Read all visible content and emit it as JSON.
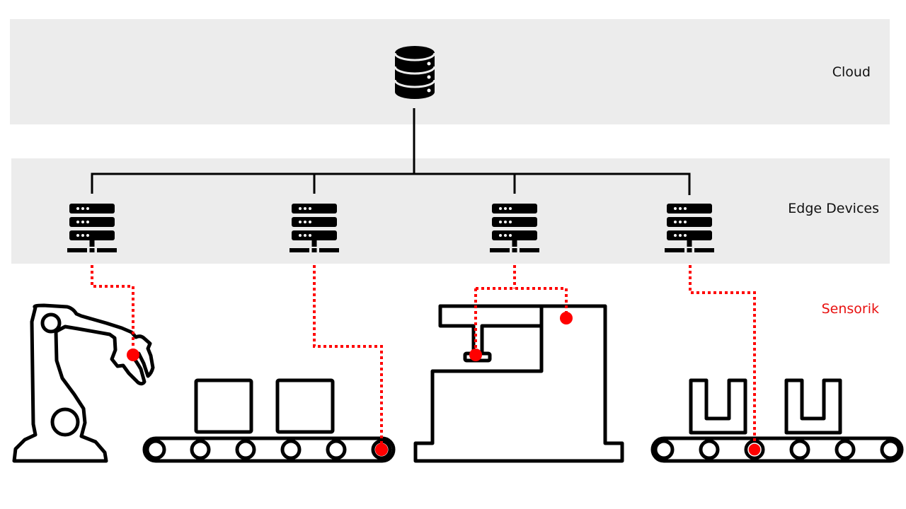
{
  "layers": {
    "cloud": {
      "label": "Cloud"
    },
    "edge": {
      "label": "Edge Devices"
    },
    "sensor": {
      "label": "Sensorik"
    }
  },
  "nodes": {
    "cloud_node": {
      "icon": "database-icon"
    },
    "edge_nodes": [
      {
        "icon": "server-network-icon",
        "connects_to": "robot-arm"
      },
      {
        "icon": "server-network-icon",
        "connects_to": "conveyor-boxes"
      },
      {
        "icon": "server-network-icon",
        "connects_to": "press-machine"
      },
      {
        "icon": "server-network-icon",
        "connects_to": "conveyor-u-parts"
      }
    ]
  },
  "machines": [
    {
      "name": "robot-arm",
      "sensor_count": 1
    },
    {
      "name": "conveyor-boxes",
      "sensor_count": 1
    },
    {
      "name": "press-machine",
      "sensor_count": 2
    },
    {
      "name": "conveyor-u-parts",
      "sensor_count": 1
    }
  ],
  "colors": {
    "band": "#ececec",
    "sensor_accent": "#ff0000",
    "sensor_label": "#e8100f",
    "line": "#000000"
  }
}
